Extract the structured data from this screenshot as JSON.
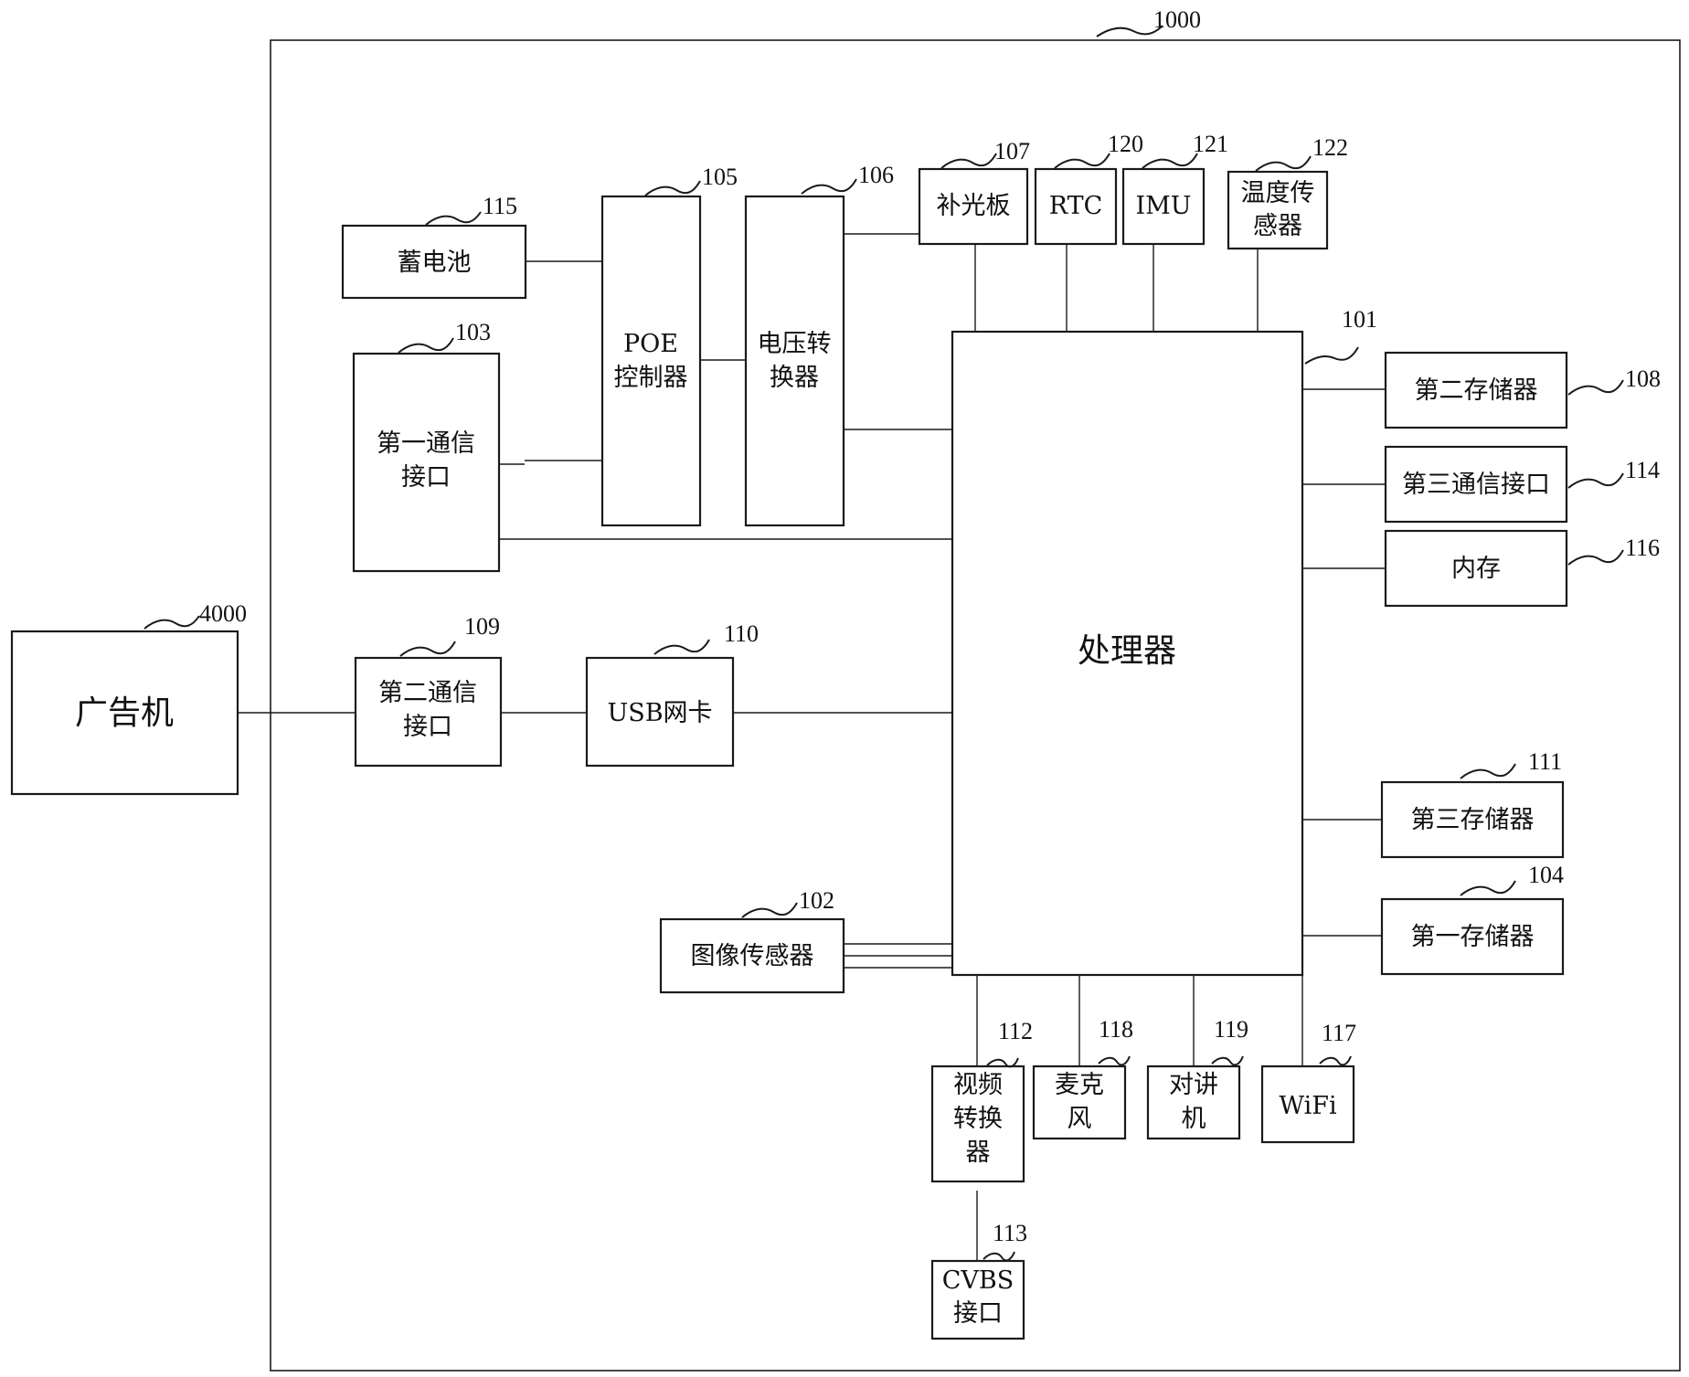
{
  "diagram": {
    "system_ref": "1000",
    "external": {
      "ref": "4000",
      "label": "广告机"
    },
    "processor": {
      "ref": "101",
      "label": "处理器"
    },
    "blocks": {
      "battery": {
        "ref": "115",
        "lines": [
          "蓄电池"
        ]
      },
      "poe": {
        "ref": "105",
        "lines": [
          "POE",
          "控制器"
        ]
      },
      "voltage": {
        "ref": "106",
        "lines": [
          "电压转",
          "换器"
        ]
      },
      "fill_light": {
        "ref": "107",
        "lines": [
          "补光板"
        ]
      },
      "rtc": {
        "ref": "120",
        "lines": [
          "RTC"
        ]
      },
      "imu": {
        "ref": "121",
        "lines": [
          "IMU"
        ]
      },
      "temp": {
        "ref": "122",
        "lines": [
          "温度传",
          "感器"
        ]
      },
      "comm1": {
        "ref": "103",
        "lines": [
          "第一通信",
          "接口"
        ]
      },
      "comm2": {
        "ref": "109",
        "lines": [
          "第二通信",
          "接口"
        ]
      },
      "usb": {
        "ref": "110",
        "lines": [
          "USB网卡"
        ]
      },
      "storage2": {
        "ref": "108",
        "lines": [
          "第二存储器"
        ]
      },
      "comm3": {
        "ref": "114",
        "lines": [
          "第三通信接口"
        ]
      },
      "memory": {
        "ref": "116",
        "lines": [
          "内存"
        ]
      },
      "storage3": {
        "ref": "111",
        "lines": [
          "第三存储器"
        ]
      },
      "storage1": {
        "ref": "104",
        "lines": [
          "第一存储器"
        ]
      },
      "image_sensor": {
        "ref": "102",
        "lines": [
          "图像传感器"
        ]
      },
      "video_conv": {
        "ref": "112",
        "lines": [
          "视频",
          "转换",
          "器"
        ]
      },
      "microphone": {
        "ref": "118",
        "lines": [
          "麦克",
          "风"
        ]
      },
      "intercom": {
        "ref": "119",
        "lines": [
          "对讲",
          "机"
        ]
      },
      "wifi": {
        "ref": "117",
        "lines": [
          "WiFi"
        ]
      },
      "cvbs": {
        "ref": "113",
        "lines": [
          "CVBS",
          "接口"
        ]
      }
    }
  }
}
